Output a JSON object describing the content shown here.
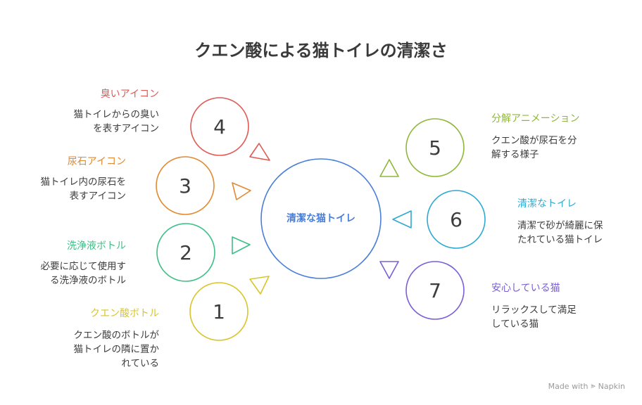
{
  "title": "クエン酸による猫トイレの清潔さ",
  "center": {
    "label": "清潔な猫トイレ",
    "color": "#4a7fd8"
  },
  "items": [
    {
      "num": "1",
      "label": "クエン酸ボトル",
      "desc": "クエン酸のボトルが\n猫トイレの隣に置か\nれている",
      "color": "#d9c52b"
    },
    {
      "num": "2",
      "label": "洗浄液ボトル",
      "desc": "必要に応じて使用す\nる洗浄液のボトル",
      "color": "#3dbf86"
    },
    {
      "num": "3",
      "label": "尿石アイコン",
      "desc": "猫トイレ内の尿石を\n表すアイコン",
      "color": "#e08a32"
    },
    {
      "num": "4",
      "label": "臭いアイコン",
      "desc": "猫トイレからの臭い\nを表すアイコン",
      "color": "#e05a55"
    },
    {
      "num": "5",
      "label": "分解アニメーション",
      "desc": "クエン酸が尿石を分\n解する様子",
      "color": "#8fb83a"
    },
    {
      "num": "6",
      "label": "清潔なトイレ",
      "desc": "清潔で砂が綺麗に保\nたれている猫トイレ",
      "color": "#2ea9d3"
    },
    {
      "num": "7",
      "label": "安心している猫",
      "desc": "リラックスして満足\nしている猫",
      "color": "#7a5fd6"
    }
  ],
  "footer": {
    "text": "Made with",
    "brand": "Napkin"
  }
}
